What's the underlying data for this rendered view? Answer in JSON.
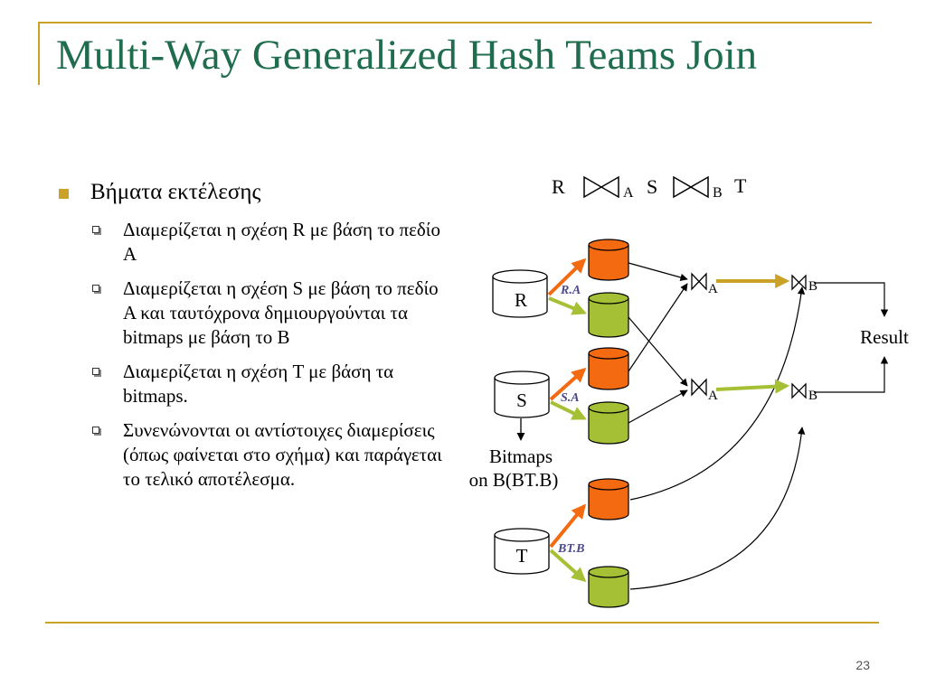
{
  "slide": {
    "title": "Multi-Way Generalized Hash Teams Join",
    "page_number": "23"
  },
  "bullets": {
    "main": "Βήματα εκτέλεσης",
    "items": [
      "Διαμερίζεται η σχέση R με βάση το πεδίο A",
      "Διαμερίζεται η σχέση S με βάση το πεδίο A και ταυτόχρονα δημιουργούνται τα bitmaps με βάση το B",
      "Διαμερίζεται η σχέση T με βάση τα bitmaps.",
      "Συνενώνονται οι αντίστοιχες διαμερίσεις (όπως φαίνεται στο σχήμα) και παράγεται το τελικό αποτέλεσμα."
    ]
  },
  "diagram": {
    "expression": {
      "r": "R",
      "join1_sub": "A",
      "s": "S",
      "join2_sub": "B",
      "t": "T"
    },
    "relations": [
      "R",
      "S",
      "T"
    ],
    "partition_labels": [
      "R.A",
      "S.A",
      "BT.B"
    ],
    "join_labels": [
      "A",
      "B",
      "A",
      "B"
    ],
    "result": "Result",
    "bitmaps_line1": "Bitmaps",
    "bitmaps_line2": "on B(BT.B)",
    "colors": {
      "orange": "#f36a10",
      "green": "#a5c035",
      "gold": "#c9a227",
      "title_green": "#1f6d4e"
    }
  }
}
